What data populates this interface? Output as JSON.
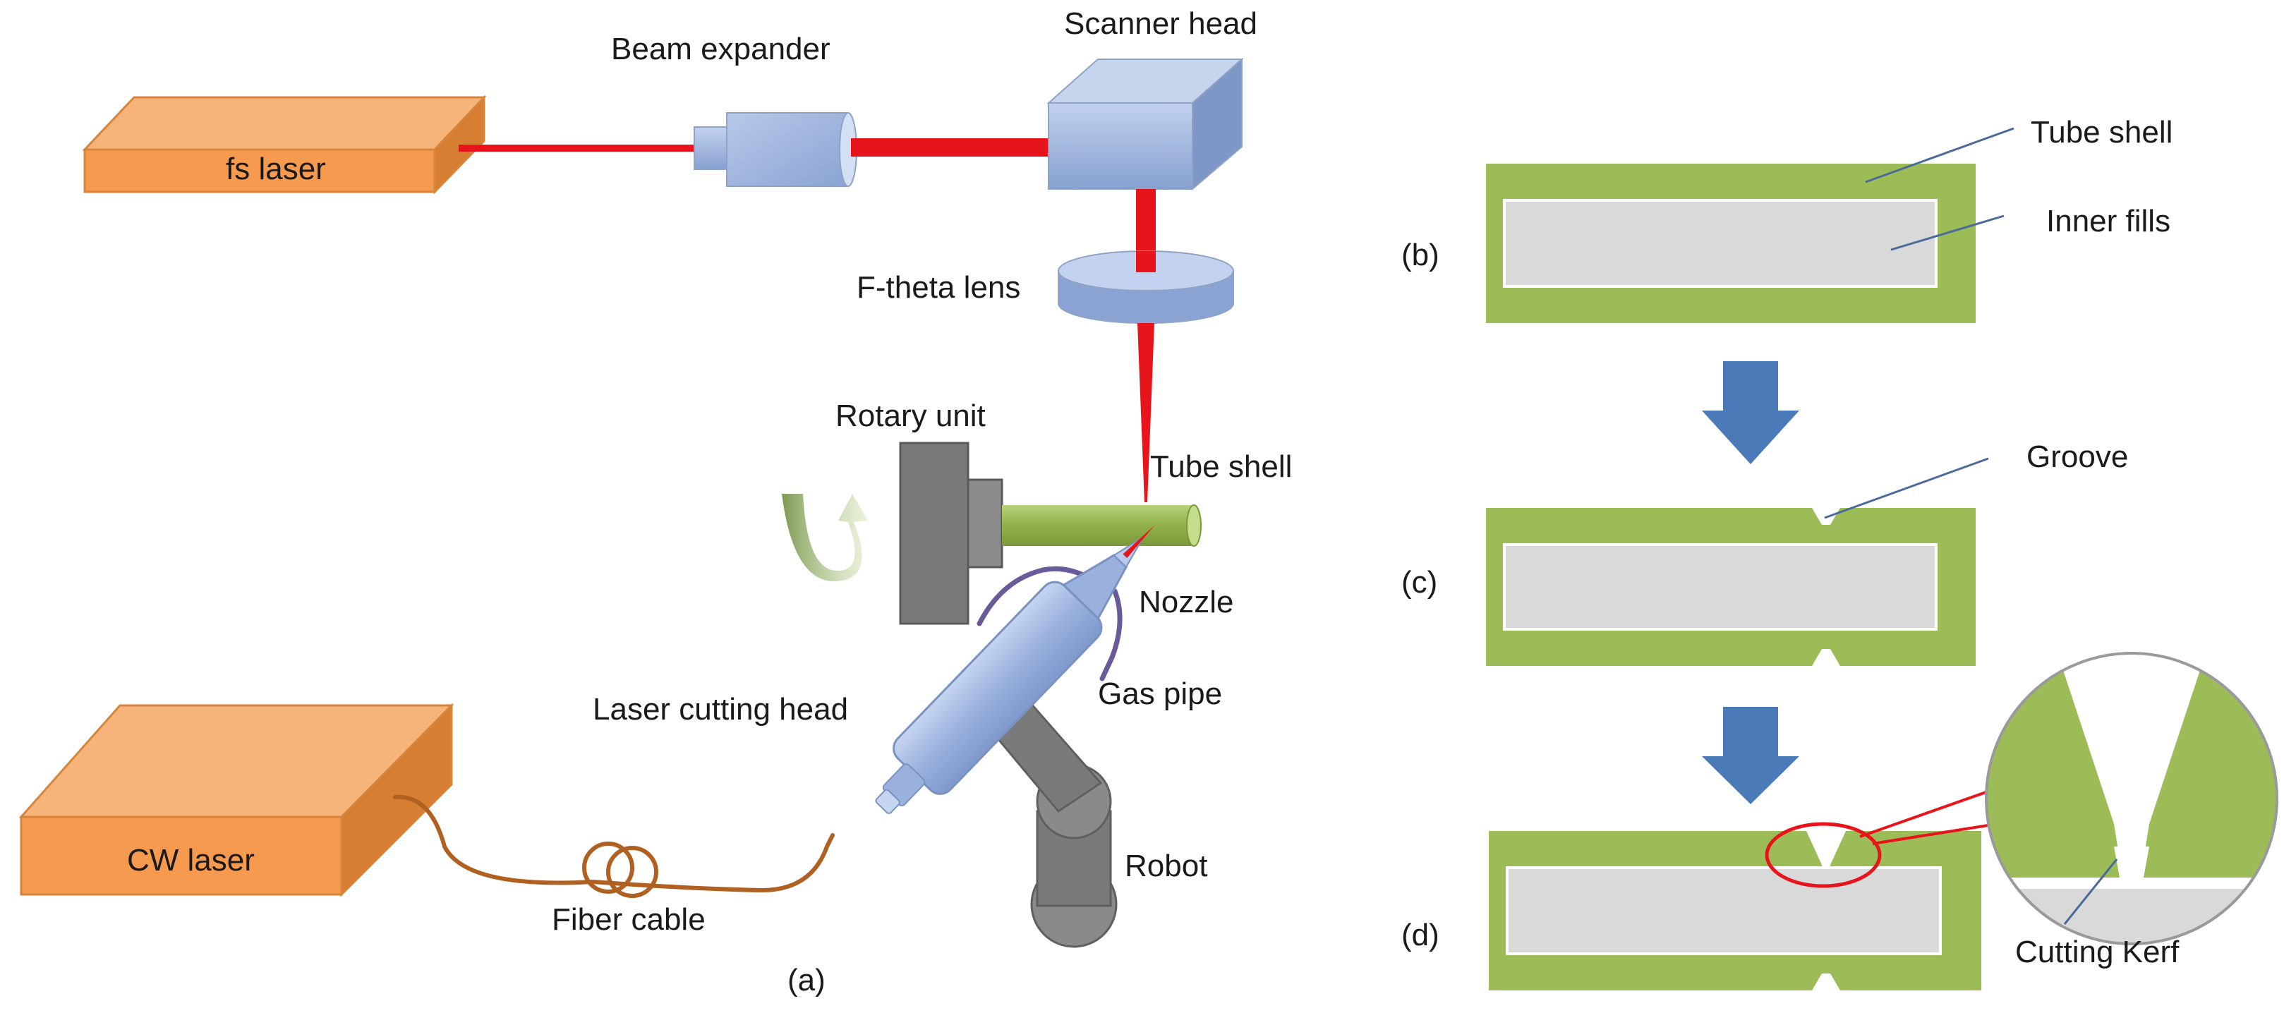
{
  "labels": {
    "fs_laser": "fs laser",
    "beam_expander": "Beam expander",
    "scanner_head": "Scanner head",
    "f_theta_lens": "F-theta lens",
    "rotary_unit": "Rotary unit",
    "tube_shell": "Tube shell",
    "nozzle": "Nozzle",
    "gas_pipe": "Gas pipe",
    "laser_cutting_head": "Laser cutting head",
    "cw_laser": "CW laser",
    "fiber_cable": "Fiber cable",
    "robot": "Robot",
    "panel_a": "(a)"
  },
  "process": {
    "panel_b": "(b)",
    "panel_c": "(c)",
    "panel_d": "(d)",
    "tube_shell": "Tube shell",
    "inner_fills": "Inner fills",
    "groove": "Groove",
    "cutting_kerf": "Cutting Kerf"
  },
  "colors": {
    "laser_box": "#f59a4e",
    "laser_beam": "#e8141c",
    "optics": "#9bb3dd",
    "tube_green": "#9cbc58",
    "inner_fill": "#d9d9d9",
    "arrow_blue": "#4a7ab8",
    "metal_gray": "#7a7a7a",
    "fiber_brown": "#b06020",
    "gas_pipe": "#6a5a9a"
  }
}
